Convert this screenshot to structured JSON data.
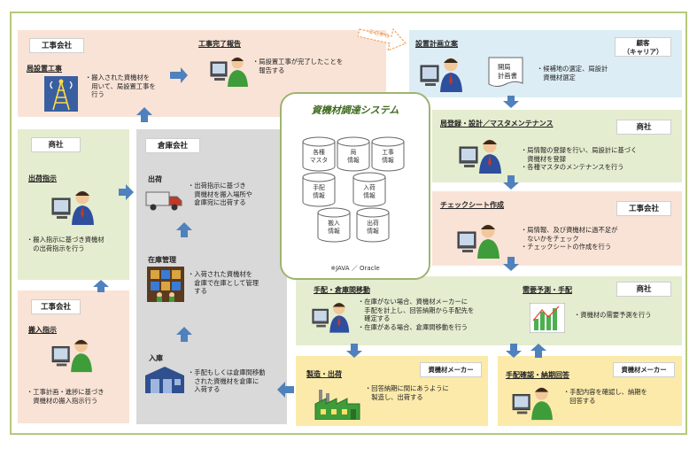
{
  "system": {
    "title": "資機材調達システム",
    "note": "※JAVA ／ Oracle",
    "dbs": [
      "各種\nマスタ",
      "局\n情報",
      "工事\n情報",
      "手配\n情報",
      "入荷\n情報",
      "搬入\n情報",
      "出荷\n情報"
    ]
  },
  "panels": {
    "kyoku_setchi": {
      "tag": "工事会社",
      "title": "局設置工事",
      "text": "・搬入された資機材を\n　用いて、局設置工事を\n　行う"
    },
    "kanryou": {
      "title": "工事完了報告",
      "text": "・局設置工事が完了したことを\n　報告する"
    },
    "keikaku": {
      "title": "設置計画立案",
      "tag": "顧客\n（キャリア）",
      "doc": "開局\n計画書",
      "text": "・候補地の選定、局設計\n　資機材選定",
      "start_label": "ここから"
    },
    "kyoku_touroku": {
      "title": "局登録・設計／マスタメンテナンス",
      "tag": "商社",
      "text": "・局情報の登録を行い、局設計に基づく\n　資機材を登録\n・各種マスタのメンテナンスを行う"
    },
    "check": {
      "title": "チェックシート作成",
      "tag": "工事会社",
      "text": "・局情報、及び資機材に過不足が\n　ないかをチェック\n・チェックシートの作成を行う"
    },
    "tehai": {
      "title": "手配・倉庫間移動",
      "text": "・在庫がない場合、資機材メーカーに\n　手配を計上し、回答納期から手配先を\n　確定する\n・在庫がある場合、倉庫間移動を行う"
    },
    "juyou": {
      "title": "需要予測・手配",
      "tag": "商社",
      "text": "・資機材の需要予測を行う"
    },
    "seizou": {
      "title": "製造・出荷",
      "tag": "資機材メーカー",
      "text": "・回答納期に間にあうように\n　製造し、出荷する"
    },
    "tehai_kakunin": {
      "title": "手配確認・納期回答",
      "tag": "資機材メーカー",
      "text": "・手配内容を確認し、納期を\n　回答する"
    },
    "soko": {
      "tag": "倉庫会社",
      "shukka_title": "出荷",
      "shukka_text": "・出荷指示に基づき\n　資機材を搬入場所や\n　倉庫宛に出荷する",
      "zaiko_title": "在庫管理",
      "zaiko_text": "・入荷された資機材を\n　倉庫で在庫として管理\n　する",
      "nyuuka_title": "入庫",
      "nyuuka_text": "・手配もしくは倉庫間移動\n　された資機材を倉庫に\n　入荷する"
    },
    "shukka_shiji": {
      "tag": "商社",
      "title": "出荷指示",
      "text": "・搬入指示に基づき資機材\n　の出荷指示を行う"
    },
    "hannyuu": {
      "tag": "工事会社",
      "title": "搬入指示",
      "text": "・工事計画・進捗に基づき\n　資機材の搬入指示行う"
    }
  },
  "colors": {
    "frame": "#b5c97a",
    "pink": "#f9e3d6",
    "green": "#e4edcf",
    "blue": "#dcedf5",
    "gray": "#d9d9d9",
    "yellow": "#fbeaa9",
    "arrow": "#4f81bd",
    "system_title": "#3f6b1f"
  }
}
